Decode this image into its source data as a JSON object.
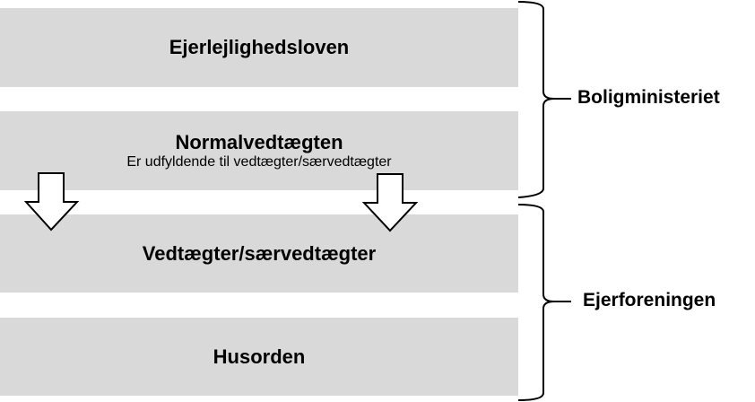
{
  "boxes": [
    {
      "title": "Ejerlejlighedsloven",
      "subtitle": ""
    },
    {
      "title": "Normalvedtægten",
      "subtitle": "Er udfyldende til vedtægter/særvedtægter"
    },
    {
      "title": "Vedtægter/særvedtægter",
      "subtitle": ""
    },
    {
      "title": "Husorden",
      "subtitle": ""
    }
  ],
  "groups": [
    {
      "label": "Boligministeriet"
    },
    {
      "label": "Ejerforeningen"
    }
  ],
  "colors": {
    "box_fill": "#d9d9d9",
    "line": "#000000"
  }
}
